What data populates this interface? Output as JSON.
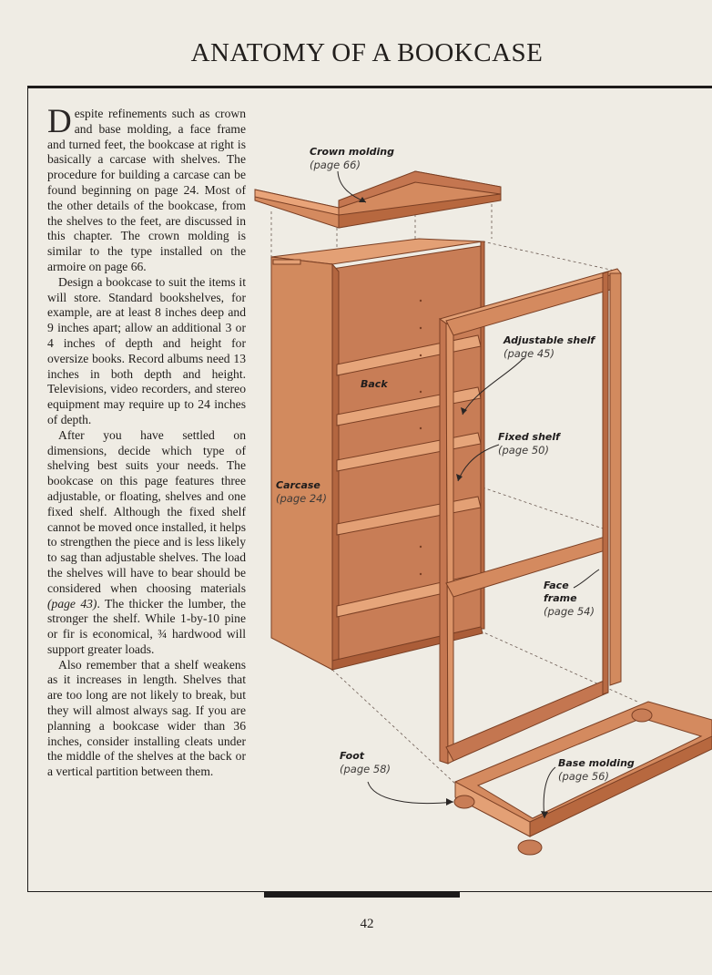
{
  "page": {
    "title": "ANATOMY OF A BOOKCASE",
    "page_number": "42"
  },
  "article": {
    "dropcap": "D",
    "p1_rest": "espite refinements such as crown and base molding, a face frame and turned feet, the bookcase at right is basically a carcase with shelves. The procedure for building a carcase can be found beginning on page 24. Most of the other details of the bookcase, from the shelves to the feet, are discussed in this chapter. The crown molding is similar to the type installed on the armoire on page 66.",
    "p2": "Design a bookcase to suit the items it will store. Standard bookshelves, for example, are at least 8 inches deep and 9 inches apart; allow an additional 3 or 4 inches of depth and height for oversize books. Record albums need 13 inches in both depth and height. Televisions, video recorders, and stereo equipment may require up to 24 inches of depth.",
    "p3_a": "After you have settled on dimensions, decide which type of shelving best suits your needs. The bookcase on this page features three adjustable, or floating, shelves and one fixed shelf. Although the fixed shelf cannot be moved once installed, it helps to strengthen the piece and is less likely to sag than adjustable shelves. The load the shelves will have to bear should be considered when choosing materials ",
    "p3_ref": "(page 43)",
    "p3_b": ". The thicker the lumber, the stronger the shelf. While 1-by-10 pine or fir is economical, ¾ hardwood will support greater loads.",
    "p4": "Also remember that a shelf weakens as it increases in length. Shelves that are too long are not likely to break, but they will almost always sag. If you are planning a bookcase wider than 36 inches, consider installing cleats under the middle of the shelves at the back or a vertical partition between them."
  },
  "callouts": {
    "crown_molding": {
      "label": "Crown molding",
      "ref": "(page 66)"
    },
    "adjustable_shelf": {
      "label": "Adjustable shelf",
      "ref": "(page 45)"
    },
    "back": {
      "label": "Back"
    },
    "fixed_shelf": {
      "label": "Fixed shelf",
      "ref": "(page 50)"
    },
    "carcase": {
      "label": "Carcase",
      "ref": "(page 24)"
    },
    "face_frame": {
      "label_1": "Face",
      "label_2": "frame",
      "ref": "(page 54)"
    },
    "foot": {
      "label": "Foot",
      "ref": "(page 58)"
    },
    "base_molding": {
      "label": "Base molding",
      "ref": "(page 56)"
    }
  },
  "colors": {
    "wood_light": "#dc9468",
    "wood_mid": "#c97b53",
    "wood_dark": "#a75d3a",
    "outline": "#7a3f24",
    "paper": "#efece4"
  }
}
